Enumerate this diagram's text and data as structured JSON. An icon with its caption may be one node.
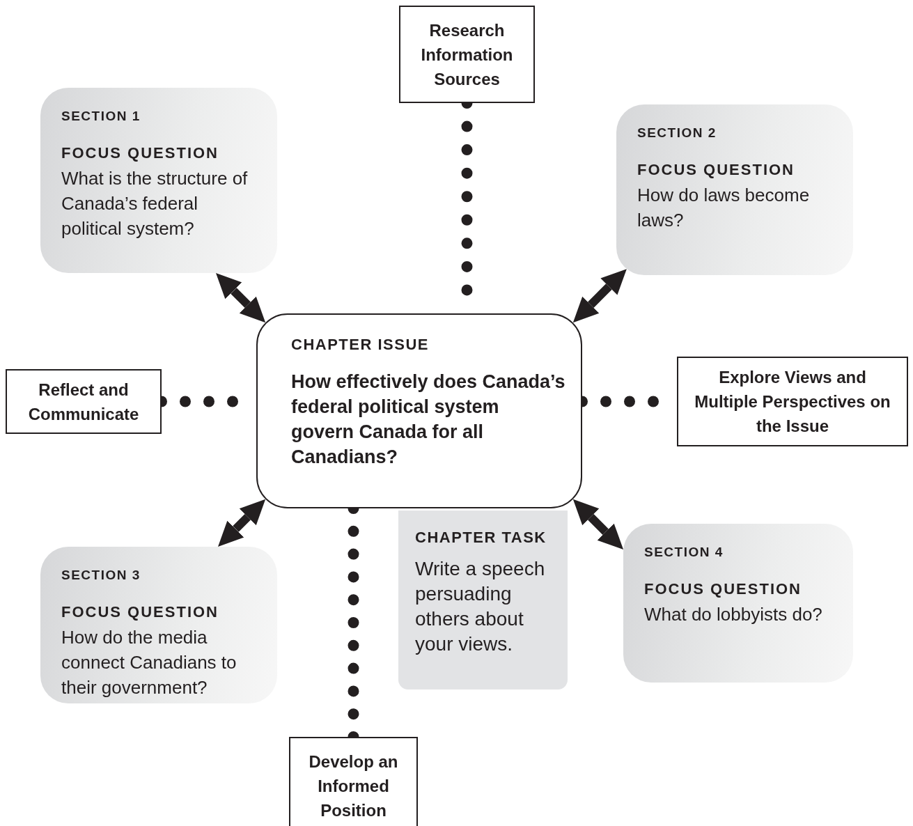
{
  "diagram": {
    "nodes": [
      {
        "text": [
          "Research Information Sources"
        ]
      },
      {
        "text": [
          "SECTION 1",
          "FOCUS QUESTION",
          "What is the structure of Canada’s federal political system?"
        ]
      },
      {
        "text": [
          "SECTION 2",
          "FOCUS QUESTION",
          "How do laws become laws?"
        ]
      },
      {
        "text": [
          "Reflect and Communicate"
        ]
      },
      {
        "text": [
          "CHAPTER ISSUE",
          "How effectively does Canada’s federal political system govern Canada for all Canadians?"
        ]
      },
      {
        "text": [
          "Explore Views and Multiple Perspectives on the Issue"
        ]
      },
      {
        "text": [
          "SECTION 3",
          "FOCUS QUESTION",
          "How do the media connect Canadians to their government?"
        ]
      },
      {
        "text": [
          "CHAPTER TASK",
          "Write a speech persuading others about your views."
        ]
      },
      {
        "text": [
          "SECTION 4",
          "FOCUS QUESTION",
          "What do lobbyists do?"
        ]
      },
      {
        "text": [
          "Develop an Informed Position"
        ]
      }
    ],
    "edges": [
      {
        "from": 0,
        "to": 4,
        "arrow": "none",
        "style": "dashed"
      },
      {
        "from": 1,
        "to": 4,
        "arrow": "both"
      },
      {
        "from": 2,
        "to": 4,
        "arrow": "both"
      },
      {
        "from": 3,
        "to": 4,
        "arrow": "none",
        "style": "dashed"
      },
      {
        "from": 4,
        "to": 5,
        "arrow": "none",
        "style": "dashed"
      },
      {
        "from": 6,
        "to": 4,
        "arrow": "both"
      },
      {
        "from": 4,
        "to": 8,
        "arrow": "both"
      },
      {
        "from": 4,
        "to": 9,
        "arrow": "none",
        "style": "dashed"
      }
    ]
  }
}
